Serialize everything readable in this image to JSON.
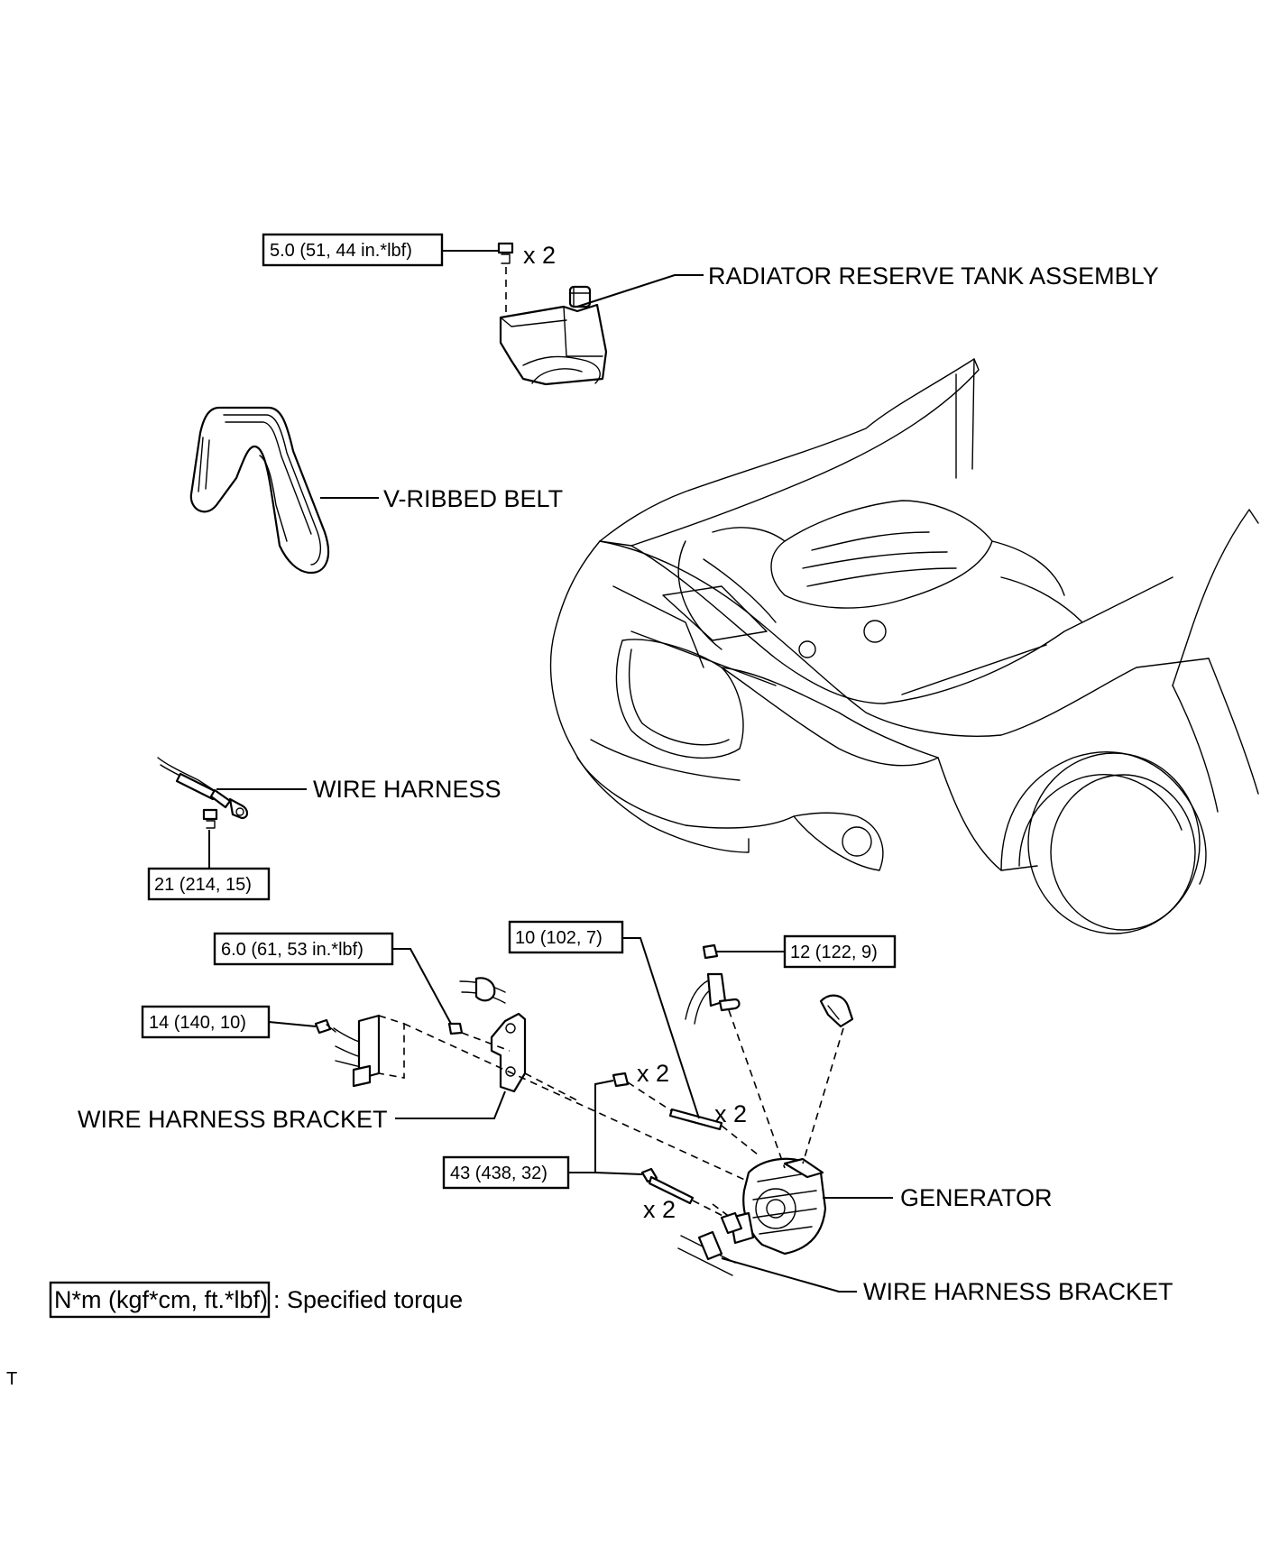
{
  "labels": {
    "radiator_reserve_tank": "RADIATOR RESERVE TANK ASSEMBLY",
    "v_ribbed_belt": "V-RIBBED BELT",
    "wire_harness": "WIRE HARNESS",
    "wire_harness_bracket_left": "WIRE HARNESS BRACKET",
    "generator": "GENERATOR",
    "wire_harness_bracket_bottom": "WIRE HARNESS BRACKET"
  },
  "torques": {
    "tank_bolt": "5.0 (51, 44 in.*lbf)",
    "wire_harness_nut": "21 (214, 15)",
    "bracket_nut": "6.0 (61, 53 in.*lbf)",
    "stud_bolt": "10 (102, 7)",
    "terminal_nut": "12 (122, 9)",
    "harness_clamp_bolt": "14 (140, 10)",
    "generator_bolt": "43 (438, 32)"
  },
  "quantities": {
    "tank_bolt": "x 2",
    "generator_nut": "x 2",
    "stud_bolt": "x 2",
    "generator_bolt": "x 2"
  },
  "legend": {
    "box_text": "N*m (kgf*cm, ft.*lbf)",
    "description": ": Specified torque"
  },
  "footer_mark": "T"
}
